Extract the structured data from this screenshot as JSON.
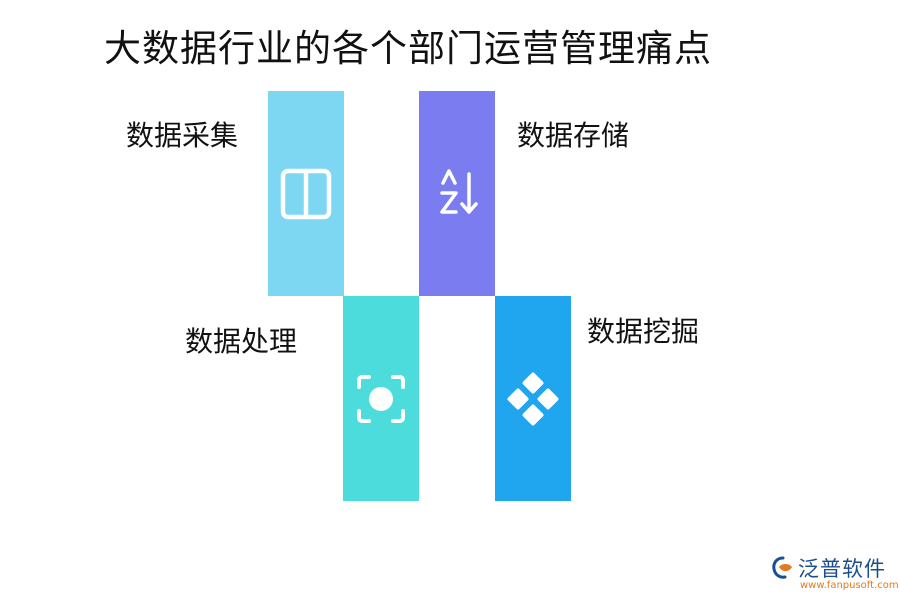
{
  "title": "大数据行业的各个部门运营管理痛点",
  "items": [
    {
      "label": "数据采集",
      "color": "#7dd6f2",
      "icon": "columns-icon"
    },
    {
      "label": "数据存储",
      "color": "#7b7cf0",
      "icon": "sort-az-icon"
    },
    {
      "label": "数据处理",
      "color": "#4ddcdc",
      "icon": "focus-circle-icon"
    },
    {
      "label": "数据挖掘",
      "color": "#1fa6ee",
      "icon": "diamond-cluster-icon"
    }
  ],
  "logo": {
    "name": "泛普软件",
    "url": "www.fanpusoft.com",
    "colors": {
      "primary": "#1a4e8c",
      "accent": "#e07b1f"
    }
  }
}
